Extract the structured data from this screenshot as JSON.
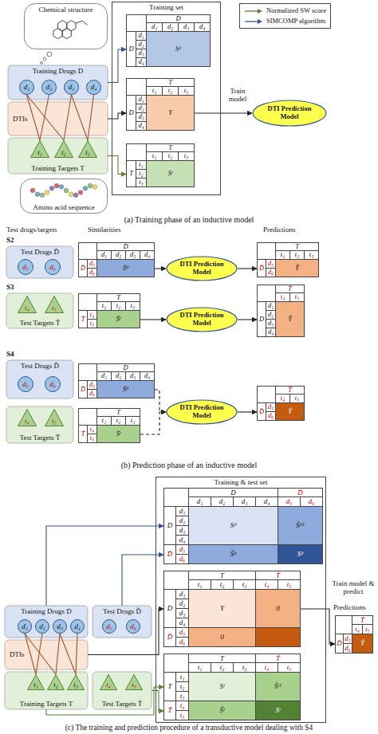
{
  "diagram": {
    "nodes": [
      {
        "text": [
          "Chemical structure"
        ]
      },
      {
        "text": [
          "Training set"
        ]
      },
      {
        "text": [
          "D"
        ],
        "in": 1
      },
      {
        "text": [
          "d₁"
        ],
        "in": 1
      },
      {
        "text": [
          "d₂"
        ],
        "in": 1
      },
      {
        "text": [
          "d₃"
        ],
        "in": 1
      },
      {
        "text": [
          "d₄"
        ],
        "in": 1
      },
      {
        "text": [
          "D"
        ],
        "in": 1
      },
      {
        "text": [
          "d₁"
        ],
        "in": 1
      },
      {
        "text": [
          "d₂"
        ],
        "in": 1
      },
      {
        "text": [
          "d₃"
        ],
        "in": 1
      },
      {
        "text": [
          "d₄"
        ],
        "in": 1
      },
      {
        "text": [
          "Sᵈ"
        ],
        "in": 1
      },
      {
        "text": [
          "T"
        ],
        "in": 1
      },
      {
        "text": [
          "t₁"
        ],
        "in": 1
      },
      {
        "text": [
          "t₂"
        ],
        "in": 1
      },
      {
        "text": [
          "t₃"
        ],
        "in": 1
      },
      {
        "text": [
          "D"
        ],
        "in": 1
      },
      {
        "text": [
          "d₁"
        ],
        "in": 1
      },
      {
        "text": [
          "d₂"
        ],
        "in": 1
      },
      {
        "text": [
          "d₃"
        ],
        "in": 1
      },
      {
        "text": [
          "d₄"
        ],
        "in": 1
      },
      {
        "text": [
          "Y"
        ],
        "in": 1
      },
      {
        "text": [
          "T"
        ],
        "in": 1
      },
      {
        "text": [
          "t₁"
        ],
        "in": 1
      },
      {
        "text": [
          "t₂"
        ],
        "in": 1
      },
      {
        "text": [
          "t₃"
        ],
        "in": 1
      },
      {
        "text": [
          "T"
        ],
        "in": 1
      },
      {
        "text": [
          "t₁"
        ],
        "in": 1
      },
      {
        "text": [
          "t₂"
        ],
        "in": 1
      },
      {
        "text": [
          "t₃"
        ],
        "in": 1
      },
      {
        "text": [
          "Sᵗ"
        ],
        "in": 1
      },
      {
        "text": [
          "Training Drugs D"
        ]
      },
      {
        "text": [
          "d₁"
        ],
        "in": 32
      },
      {
        "text": [
          "d₂"
        ],
        "in": 32
      },
      {
        "text": [
          "d₃"
        ],
        "in": 32
      },
      {
        "text": [
          "d₄"
        ],
        "in": 32
      },
      {
        "text": [
          "DTIs"
        ]
      },
      {
        "text": [
          "Training Targets T"
        ]
      },
      {
        "text": [
          "t₁"
        ],
        "in": 38
      },
      {
        "text": [
          "t₂"
        ],
        "in": 38
      },
      {
        "text": [
          "t₃"
        ],
        "in": 38
      },
      {
        "text": [
          "Amino acid sequence"
        ]
      },
      {
        "text": [
          "DTI Prediction Model"
        ]
      },
      {
        "text": [
          "Test Drugs D̃"
        ]
      },
      {
        "text": [
          "d₅"
        ],
        "in": 44
      },
      {
        "text": [
          "d₆"
        ],
        "in": 44
      },
      {
        "text": [
          "D"
        ]
      },
      {
        "text": [
          "d₁"
        ]
      },
      {
        "text": [
          "d₂"
        ]
      },
      {
        "text": [
          "d₃"
        ]
      },
      {
        "text": [
          "d₄"
        ]
      },
      {
        "text": [
          "D̃"
        ]
      },
      {
        "text": [
          "d₅"
        ]
      },
      {
        "text": [
          "d₆"
        ]
      },
      {
        "text": [
          "S̃ᵈ"
        ]
      },
      {
        "text": [
          "DTI Prediction Model"
        ]
      },
      {
        "text": [
          "T"
        ]
      },
      {
        "text": [
          "t₁"
        ]
      },
      {
        "text": [
          "t₂"
        ]
      },
      {
        "text": [
          "t₃"
        ]
      },
      {
        "text": [
          "D̃"
        ]
      },
      {
        "text": [
          "d₅"
        ]
      },
      {
        "text": [
          "d₆"
        ]
      },
      {
        "text": [
          "Ŷ"
        ]
      },
      {
        "text": [
          "Test Targets T̃"
        ]
      },
      {
        "text": [
          "t₄"
        ],
        "in": 65
      },
      {
        "text": [
          "t₅"
        ],
        "in": 65
      },
      {
        "text": [
          "T"
        ]
      },
      {
        "text": [
          "t₁"
        ]
      },
      {
        "text": [
          "t₂"
        ]
      },
      {
        "text": [
          "t₃"
        ]
      },
      {
        "text": [
          "T̃"
        ]
      },
      {
        "text": [
          "t₄"
        ]
      },
      {
        "text": [
          "t₅"
        ]
      },
      {
        "text": [
          "S̃ᵗ"
        ]
      },
      {
        "text": [
          "DTI Prediction Model"
        ]
      },
      {
        "text": [
          "T̃"
        ]
      },
      {
        "text": [
          "t₄"
        ]
      },
      {
        "text": [
          "t₅"
        ]
      },
      {
        "text": [
          "D"
        ]
      },
      {
        "text": [
          "d₁"
        ]
      },
      {
        "text": [
          "d₂"
        ]
      },
      {
        "text": [
          "d₃"
        ]
      },
      {
        "text": [
          "d₄"
        ]
      },
      {
        "text": [
          "Ŷ"
        ]
      },
      {
        "text": [
          "Test Drugs D̃"
        ]
      },
      {
        "text": [
          "d₅"
        ],
        "in": 86
      },
      {
        "text": [
          "d₆"
        ],
        "in": 86
      },
      {
        "text": [
          "Test Targets T̃"
        ]
      },
      {
        "text": [
          "t₄"
        ],
        "in": 89
      },
      {
        "text": [
          "t₅"
        ],
        "in": 89
      },
      {
        "text": [
          "D"
        ]
      },
      {
        "text": [
          "d₁"
        ]
      },
      {
        "text": [
          "d₂"
        ]
      },
      {
        "text": [
          "d₃"
        ]
      },
      {
        "text": [
          "d₄"
        ]
      },
      {
        "text": [
          "D̃"
        ]
      },
      {
        "text": [
          "d₅"
        ]
      },
      {
        "text": [
          "d₆"
        ]
      },
      {
        "text": [
          "S̃ᵈ"
        ]
      },
      {
        "text": [
          "T"
        ]
      },
      {
        "text": [
          "t₁"
        ]
      },
      {
        "text": [
          "t₂"
        ]
      },
      {
        "text": [
          "t₃"
        ]
      },
      {
        "text": [
          "T̃"
        ]
      },
      {
        "text": [
          "t₄"
        ]
      },
      {
        "text": [
          "t₅"
        ]
      },
      {
        "text": [
          "S̃ᵗ"
        ]
      },
      {
        "text": [
          "DTI Prediction Model"
        ]
      },
      {
        "text": [
          "T̃"
        ]
      },
      {
        "text": [
          "t₄"
        ]
      },
      {
        "text": [
          "t₅"
        ]
      },
      {
        "text": [
          "D̃"
        ]
      },
      {
        "text": [
          "d₅"
        ]
      },
      {
        "text": [
          "d₆"
        ]
      },
      {
        "text": [
          "Ŷ"
        ]
      },
      {
        "text": [
          "Training & test set"
        ]
      },
      {
        "text": [
          "D"
        ],
        "in": 117
      },
      {
        "text": [
          "D̃"
        ],
        "in": 117
      },
      {
        "text": [
          "d₁"
        ],
        "in": 117
      },
      {
        "text": [
          "d₂"
        ],
        "in": 117
      },
      {
        "text": [
          "d₃"
        ],
        "in": 117
      },
      {
        "text": [
          "d₄"
        ],
        "in": 117
      },
      {
        "text": [
          "d₅"
        ],
        "in": 117
      },
      {
        "text": [
          "d₆"
        ],
        "in": 117
      },
      {
        "text": [
          "D"
        ],
        "in": 117
      },
      {
        "text": [
          "D̃"
        ],
        "in": 117
      },
      {
        "text": [
          "d₁"
        ],
        "in": 117
      },
      {
        "text": [
          "d₂"
        ],
        "in": 117
      },
      {
        "text": [
          "d₃"
        ],
        "in": 117
      },
      {
        "text": [
          "d₄"
        ],
        "in": 117
      },
      {
        "text": [
          "d₅"
        ],
        "in": 117
      },
      {
        "text": [
          "d₆"
        ],
        "in": 117
      },
      {
        "text": [
          "Sᵈ"
        ],
        "in": 117
      },
      {
        "text": [
          "S̃ᵈᵀ"
        ],
        "in": 117
      },
      {
        "text": [
          "S̃ᵈ"
        ],
        "in": 117
      },
      {
        "text": [
          "S̄ᵈ"
        ],
        "in": 117
      },
      {
        "text": [
          "T"
        ],
        "in": 117
      },
      {
        "text": [
          "T̃"
        ],
        "in": 117
      },
      {
        "text": [
          "t₁"
        ],
        "in": 117
      },
      {
        "text": [
          "t₂"
        ],
        "in": 117
      },
      {
        "text": [
          "t₃"
        ],
        "in": 117
      },
      {
        "text": [
          "t₄"
        ],
        "in": 117
      },
      {
        "text": [
          "t₅"
        ],
        "in": 117
      },
      {
        "text": [
          "D"
        ],
        "in": 117
      },
      {
        "text": [
          "D̃"
        ],
        "in": 117
      },
      {
        "text": [
          "d₁"
        ],
        "in": 117
      },
      {
        "text": [
          "d₂"
        ],
        "in": 117
      },
      {
        "text": [
          "d₃"
        ],
        "in": 117
      },
      {
        "text": [
          "d₄"
        ],
        "in": 117
      },
      {
        "text": [
          "d₅"
        ],
        "in": 117
      },
      {
        "text": [
          "d₆"
        ],
        "in": 117
      },
      {
        "text": [
          "Y"
        ],
        "in": 117
      },
      {
        "text": [
          "0"
        ],
        "in": 117
      },
      {
        "text": [
          "0"
        ],
        "in": 117
      },
      {
        "text": [
          "T"
        ],
        "in": 117
      },
      {
        "text": [
          "T̃"
        ],
        "in": 117
      },
      {
        "text": [
          "t₁"
        ],
        "in": 117
      },
      {
        "text": [
          "t₂"
        ],
        "in": 117
      },
      {
        "text": [
          "t₃"
        ],
        "in": 117
      },
      {
        "text": [
          "t₄"
        ],
        "in": 117
      },
      {
        "text": [
          "t₅"
        ],
        "in": 117
      },
      {
        "text": [
          "T"
        ],
        "in": 117
      },
      {
        "text": [
          "T̃"
        ],
        "in": 117
      },
      {
        "text": [
          "t₁"
        ],
        "in": 117
      },
      {
        "text": [
          "t₂"
        ],
        "in": 117
      },
      {
        "text": [
          "t₃"
        ],
        "in": 117
      },
      {
        "text": [
          "t₄"
        ],
        "in": 117
      },
      {
        "text": [
          "t₅"
        ],
        "in": 117
      },
      {
        "text": [
          "Sᵗ"
        ],
        "in": 117
      },
      {
        "text": [
          "S̃ᵗᵀ"
        ],
        "in": 117
      },
      {
        "text": [
          "S̃ᵗ"
        ],
        "in": 117
      },
      {
        "text": [
          "S̄ᵗ"
        ],
        "in": 117
      },
      {
        "text": [
          "Training Drugs D"
        ]
      },
      {
        "text": [
          "d₁"
        ],
        "in": 174
      },
      {
        "text": [
          "d₂"
        ],
        "in": 174
      },
      {
        "text": [
          "d₃"
        ],
        "in": 174
      },
      {
        "text": [
          "d₄"
        ],
        "in": 174
      },
      {
        "text": [
          "Test Drugs D̃"
        ]
      },
      {
        "text": [
          "d₅"
        ],
        "in": 179
      },
      {
        "text": [
          "d₆"
        ],
        "in": 179
      },
      {
        "text": [
          "DTIs"
        ]
      },
      {
        "text": [
          "Training Targets T"
        ]
      },
      {
        "text": [
          "t₁"
        ],
        "in": 183
      },
      {
        "text": [
          "t₂"
        ],
        "in": 183
      },
      {
        "text": [
          "t₃"
        ],
        "in": 183
      },
      {
        "text": [
          "Test Targets T̃"
        ]
      },
      {
        "text": [
          "t₄"
        ],
        "in": 187
      },
      {
        "text": [
          "t₅"
        ],
        "in": 187
      },
      {
        "text": [
          "T̃"
        ]
      },
      {
        "text": [
          "t₄"
        ]
      },
      {
        "text": [
          "t₅"
        ]
      },
      {
        "text": [
          "D̃"
        ]
      },
      {
        "text": [
          "d₅"
        ]
      },
      {
        "text": [
          "d₆"
        ]
      },
      {
        "text": [
          "Ŷ"
        ]
      }
    ],
    "edges": [
      {
        "from": 33,
        "to": 39,
        "arrow": "none"
      },
      {
        "from": 33,
        "to": 40,
        "arrow": "none"
      },
      {
        "from": 34,
        "to": 39,
        "arrow": "none"
      },
      {
        "from": 35,
        "to": 40,
        "arrow": "none"
      },
      {
        "from": 35,
        "to": 41,
        "arrow": "none"
      },
      {
        "from": 36,
        "to": 41,
        "arrow": "none"
      },
      {
        "from": 32,
        "to": 7,
        "arrow": "to"
      },
      {
        "from": 37,
        "to": 17,
        "arrow": "to"
      },
      {
        "from": 38,
        "to": 27,
        "arrow": "to"
      },
      {
        "from": 22,
        "to": 43,
        "label": "Train model",
        "arrow": "to"
      },
      {
        "from": 55,
        "to": 56,
        "arrow": "to"
      },
      {
        "from": 56,
        "to": 61,
        "arrow": "to"
      },
      {
        "from": 75,
        "to": 76,
        "arrow": "to"
      },
      {
        "from": 76,
        "to": 80,
        "arrow": "to"
      },
      {
        "from": 100,
        "to": 109,
        "arrow": "to"
      },
      {
        "from": 108,
        "to": 109,
        "arrow": "to"
      },
      {
        "from": 109,
        "to": 113,
        "arrow": "to"
      },
      {
        "from": 175,
        "to": 184,
        "arrow": "none"
      },
      {
        "from": 175,
        "to": 185,
        "arrow": "none"
      },
      {
        "from": 176,
        "to": 184,
        "arrow": "none"
      },
      {
        "from": 177,
        "to": 185,
        "arrow": "none"
      },
      {
        "from": 177,
        "to": 186,
        "arrow": "none"
      },
      {
        "from": 178,
        "to": 186,
        "arrow": "none"
      },
      {
        "from": 174,
        "to": 126,
        "arrow": "to"
      },
      {
        "from": 179,
        "to": 127,
        "arrow": "to"
      },
      {
        "from": 182,
        "to": 145,
        "arrow": "to"
      },
      {
        "from": 183,
        "to": 163,
        "arrow": "to"
      },
      {
        "from": 187,
        "to": 164,
        "arrow": "to"
      },
      {
        "from": 154,
        "to": 193,
        "label": "Train model & predict",
        "arrow": "to"
      }
    ],
    "labels": [
      "(a) Training phase of an inductive model",
      "Test drugs/targets",
      "Similarities",
      "Predictions",
      "S2",
      "S3",
      "S4",
      "(b) Prediction phase of an inductive model",
      "Predictions",
      "(c) The training and prediction procedure of a transductive model dealing with S4"
    ],
    "legend": [
      {
        "text": "Normalized SW score"
      },
      {
        "text": "SIMCOMP algorithm"
      }
    ]
  }
}
